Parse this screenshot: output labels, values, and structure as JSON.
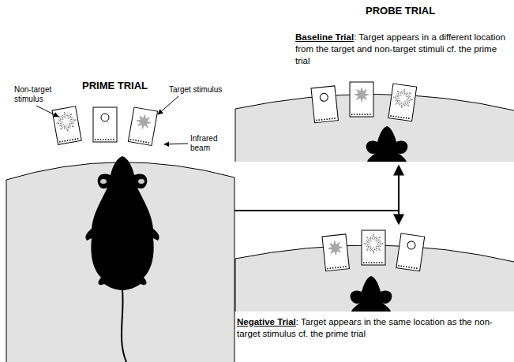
{
  "diagram": {
    "title": "PROBE TRIAL",
    "labels": [
      "PRIME TRIAL",
      "Non-target stimulus",
      "Target stimulus",
      "Infrared beam",
      "Baseline Trial",
      ": Target appears in a different location from the target and non-target stimuli cf. the prime trial",
      "Negative Trial",
      ": Target appears in the same location as the non-target stimulus cf. the prime trial"
    ]
  }
}
